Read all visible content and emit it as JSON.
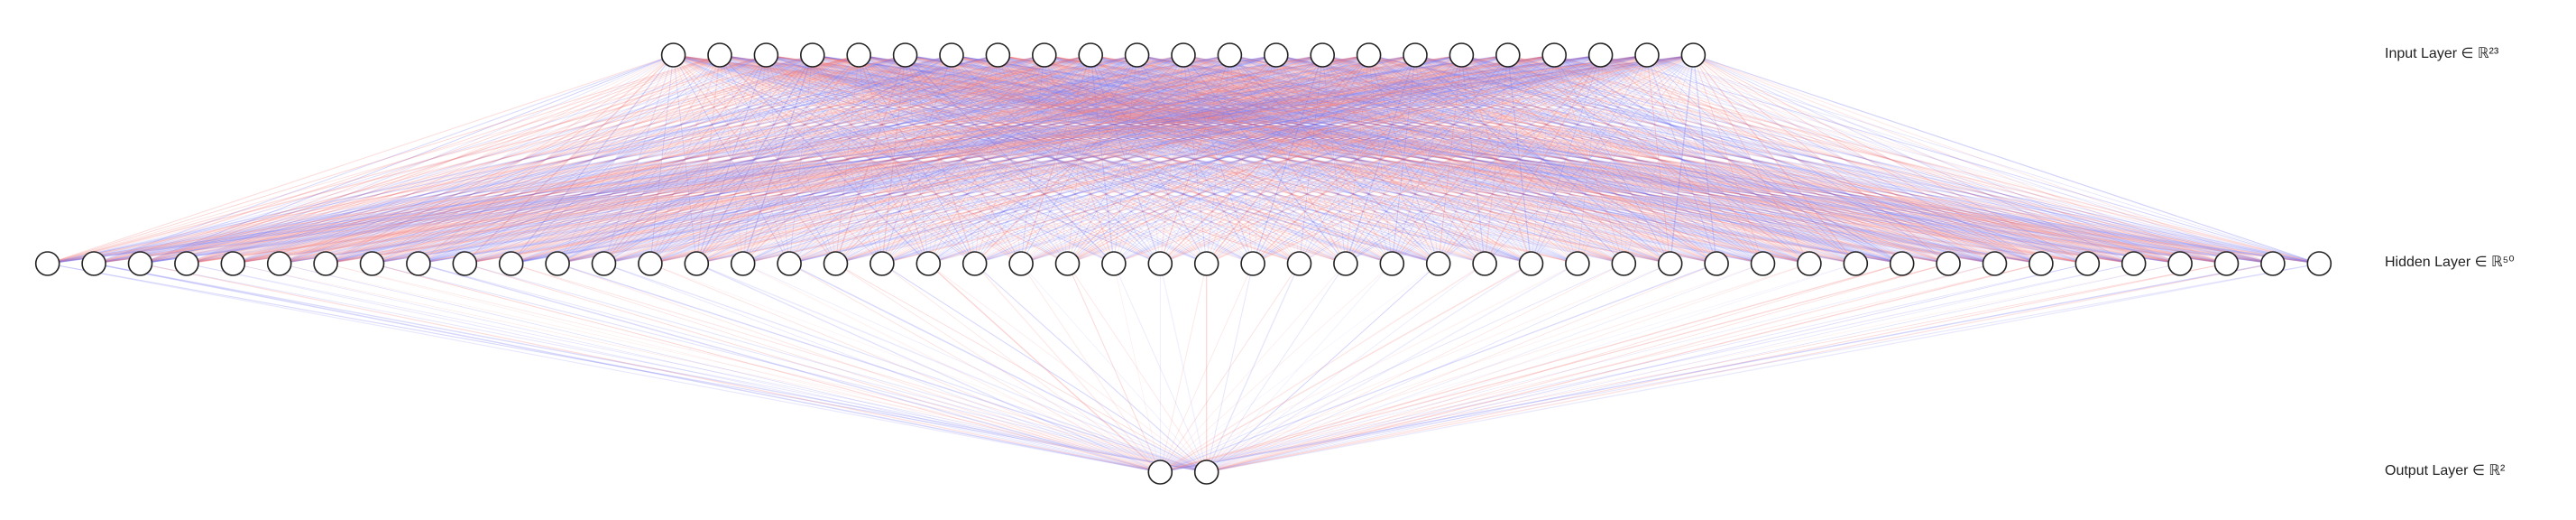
{
  "layers": [
    {
      "id": "input",
      "size": 23,
      "label": "Input Layer ∈ ℝ²³"
    },
    {
      "id": "hidden",
      "size": 50,
      "label": "Hidden Layer ∈ ℝ⁵⁰"
    },
    {
      "id": "output",
      "size": 2,
      "label": "Output Layer ∈ ℝ²"
    }
  ],
  "colors": {
    "positive_edge": "#f06a6a",
    "negative_edge": "#6a6af0",
    "node_stroke": "#222222",
    "node_fill": "#ffffff"
  }
}
